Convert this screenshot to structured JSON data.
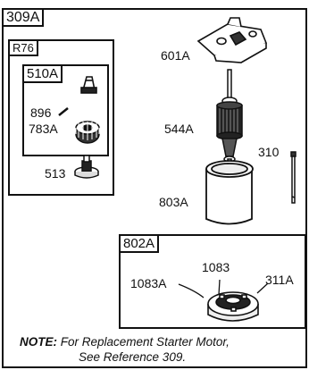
{
  "labels": {
    "frame_main": "309A",
    "frame_r76": "R76",
    "frame_510a": "510A",
    "frame_802a": "802A",
    "p896": "896",
    "p783a": "783A",
    "p513": "513",
    "p601a": "601A",
    "p544a": "544A",
    "p310": "310",
    "p803a": "803A",
    "p1083a": "1083A",
    "p1083": "1083",
    "p311a": "311A"
  },
  "note": {
    "heading": "NOTE:",
    "line1": "For Replacement Starter Motor,",
    "line2": "See Reference 309."
  }
}
